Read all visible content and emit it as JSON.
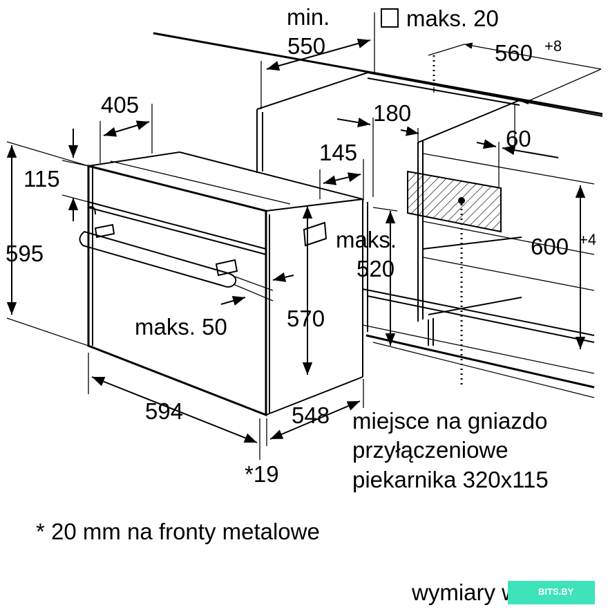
{
  "dimensions": {
    "min_label": "min.",
    "min_value": "550",
    "maks20": "maks. 20",
    "w560": "560",
    "w560_tol": "+8",
    "d405": "405",
    "d180": "180",
    "d145": "145",
    "d60": "60",
    "d115": "115",
    "h595": "595",
    "maks_label": "maks.",
    "maks_value": "520",
    "h600": "600",
    "h600_tol": "+4",
    "maks50": "maks. 50",
    "h570": "570",
    "w594": "594",
    "d548": "548",
    "star19": "*19"
  },
  "notes": {
    "socket_line1": "miejsce na gniazdo",
    "socket_line2": "przyłączeniowe",
    "socket_line3": "piekarnika 320x115",
    "footnote": "* 20 mm na fronty metalowe",
    "footer": "wymiary w mm"
  },
  "watermark": {
    "text": "BITS.BY",
    "color": "#3fe3b9"
  }
}
